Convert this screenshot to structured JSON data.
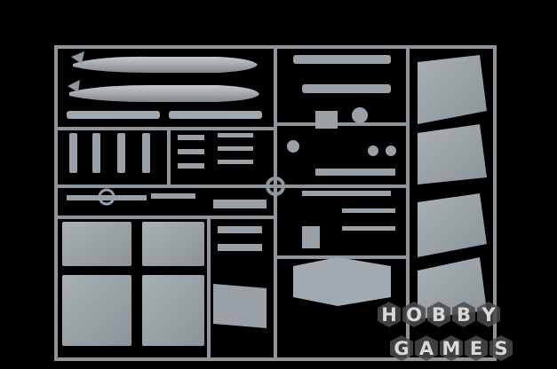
{
  "photo": {
    "background_color": "#000000",
    "plastic_color": "#9aa1a6",
    "sprue_color": "#8e969b"
  },
  "watermark": {
    "line1": [
      "H",
      "O",
      "B",
      "B",
      "Y"
    ],
    "line2": [
      "G",
      "A",
      "M",
      "E",
      "S"
    ],
    "hex_color": "#4a4a4a",
    "text_color": "#d8d8d8"
  }
}
